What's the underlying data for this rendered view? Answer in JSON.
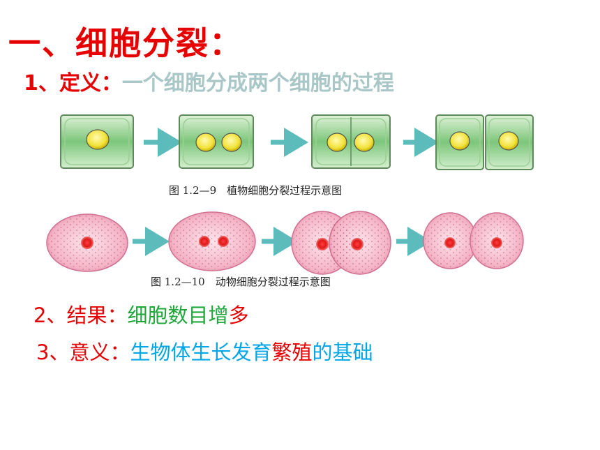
{
  "title": "一、细胞分裂：",
  "definition": {
    "label": "1、定义：",
    "text": "一个细胞分成两个细胞的过程"
  },
  "figures": {
    "plant_caption": "图 1.2—9　植物细胞分裂过程示意图",
    "animal_caption": "图 1.2—10　动物细胞分裂过程示意图"
  },
  "result": {
    "label": "2、结果：",
    "text_a": "细胞数",
    "text_b": "目增",
    "text_c": "多"
  },
  "significance": {
    "label": "3、意义：",
    "text_a": "生物体生长发育",
    "text_b": "繁殖",
    "text_c": "的基础"
  },
  "colors": {
    "heading": "#e60000",
    "definition_text": "#a9c7c7",
    "result_text": "#1fa83a",
    "significance_text": "#00a6e6",
    "plant_cell": "#8fd08a",
    "nucleus": "#f2e23a",
    "animal_cell": "#f0a0b8",
    "animal_nucleus": "#e02020",
    "arrow": "#5cbcbc"
  }
}
